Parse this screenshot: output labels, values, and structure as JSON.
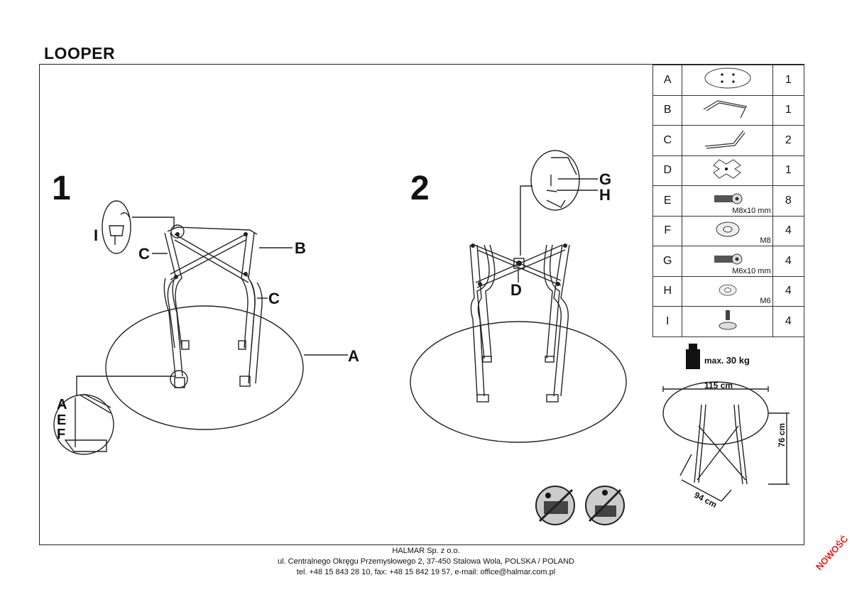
{
  "title": "LOOPER",
  "steps": [
    "1",
    "2"
  ],
  "labels": {
    "A": "A",
    "B": "B",
    "C": "C",
    "D": "D",
    "E": "E",
    "F": "F",
    "G": "G",
    "H": "H",
    "I": "I"
  },
  "parts": [
    {
      "letter": "A",
      "spec": "",
      "qty": "1",
      "icon": "table-top-icon"
    },
    {
      "letter": "B",
      "spec": "",
      "qty": "1",
      "icon": "frame-b-icon"
    },
    {
      "letter": "C",
      "spec": "",
      "qty": "2",
      "icon": "frame-c-icon"
    },
    {
      "letter": "D",
      "spec": "",
      "qty": "1",
      "icon": "cross-connector-icon"
    },
    {
      "letter": "E",
      "spec": "M8x10 mm",
      "qty": "8",
      "icon": "bolt-icon"
    },
    {
      "letter": "F",
      "spec": "M8",
      "qty": "4",
      "icon": "washer-icon"
    },
    {
      "letter": "G",
      "spec": "M6x10 mm",
      "qty": "4",
      "icon": "bolt-icon"
    },
    {
      "letter": "H",
      "spec": "M6",
      "qty": "4",
      "icon": "washer-icon"
    },
    {
      "letter": "I",
      "spec": "",
      "qty": "4",
      "icon": "foot-glide-icon"
    }
  ],
  "max_load_prefix": "max.",
  "max_load_value": "30 kg",
  "dimensions": {
    "diameter": "115 cm",
    "height": "76 cm",
    "base": "94 cm"
  },
  "footer": {
    "company": "HALMAR Sp. z o.o.",
    "address": "ul. Centralnego Okręgu Przemysłowego 2, 37-450 Stalowa Wola, POLSKA / POLAND",
    "contact": "tel. +48 15 843 28 10, fax: +48 15 842 19 57, e-mail: office@halmar.com.pl"
  },
  "new_tag": "NOWOŚĆ"
}
